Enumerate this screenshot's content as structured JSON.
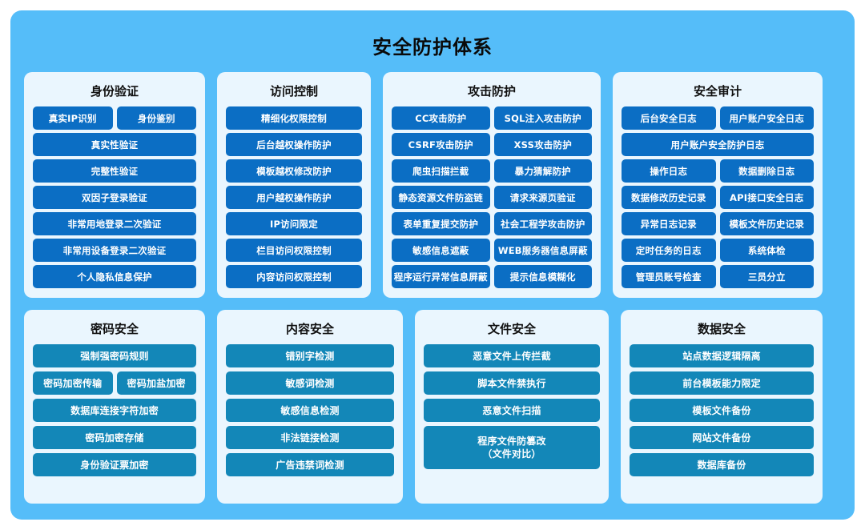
{
  "board": {
    "title": "安全防护体系",
    "bg_color": "#55bdf9",
    "card_bg_color": "#eaf6fe",
    "chip_color_top": "#0b6ec4",
    "chip_color_bottom": "#1387b8"
  },
  "top_row": [
    {
      "title": "身份验证",
      "rows": [
        [
          "真实IP识别",
          "身份鉴别"
        ],
        [
          "真实性验证"
        ],
        [
          "完整性验证"
        ],
        [
          "双因子登录验证"
        ],
        [
          "非常用地登录二次验证"
        ],
        [
          "非常用设备登录二次验证"
        ],
        [
          "个人隐私信息保护"
        ]
      ]
    },
    {
      "title": "访问控制",
      "rows": [
        [
          "精细化权限控制"
        ],
        [
          "后台越权操作防护"
        ],
        [
          "模板越权修改防护"
        ],
        [
          "用户越权操作防护"
        ],
        [
          "IP访问限定"
        ],
        [
          "栏目访问权限控制"
        ],
        [
          "内容访问权限控制"
        ]
      ]
    },
    {
      "title": "攻击防护",
      "rows": [
        [
          "CC攻击防护",
          "SQL注入攻击防护"
        ],
        [
          "CSRF攻击防护",
          "XSS攻击防护"
        ],
        [
          "爬虫扫描拦截",
          "暴力猜解防护"
        ],
        [
          "静态资源文件防盗链",
          "请求来源页验证"
        ],
        [
          "表单重复提交防护",
          "社会工程学攻击防护"
        ],
        [
          "敏感信息遮蔽",
          "WEB服务器信息屏蔽"
        ],
        [
          "程序运行异常信息屏蔽",
          "提示信息模糊化"
        ]
      ]
    },
    {
      "title": "安全审计",
      "rows": [
        [
          "后台安全日志",
          "用户账户安全日志"
        ],
        [
          "用户账户安全防护日志"
        ],
        [
          "操作日志",
          "数据删除日志"
        ],
        [
          "数据修改历史记录",
          "API接口安全日志"
        ],
        [
          "异常日志记录",
          "模板文件历史记录"
        ],
        [
          "定时任务的日志",
          "系统体检"
        ],
        [
          "管理员账号检查",
          "三员分立"
        ]
      ]
    }
  ],
  "bottom_row": [
    {
      "title": "密码安全",
      "rows": [
        [
          "强制强密码规则"
        ],
        [
          "密码加密传输",
          "密码加盐加密"
        ],
        [
          "数据库连接字符加密"
        ],
        [
          "密码加密存储"
        ],
        [
          "身份验证票加密"
        ]
      ]
    },
    {
      "title": "内容安全",
      "rows": [
        [
          "错别字检测"
        ],
        [
          "敏感词检测"
        ],
        [
          "敏感信息检测"
        ],
        [
          "非法链接检测"
        ],
        [
          "广告违禁词检测"
        ]
      ]
    },
    {
      "title": "文件安全",
      "rows": [
        [
          "恶意文件上传拦截"
        ],
        [
          "脚本文件禁执行"
        ],
        [
          "恶意文件扫描"
        ],
        [
          "程序文件防篡改\n（文件对比）"
        ]
      ]
    },
    {
      "title": "数据安全",
      "rows": [
        [
          "站点数据逻辑隔离"
        ],
        [
          "前台模板能力限定"
        ],
        [
          "模板文件备份"
        ],
        [
          "网站文件备份"
        ],
        [
          "数据库备份"
        ]
      ]
    }
  ]
}
